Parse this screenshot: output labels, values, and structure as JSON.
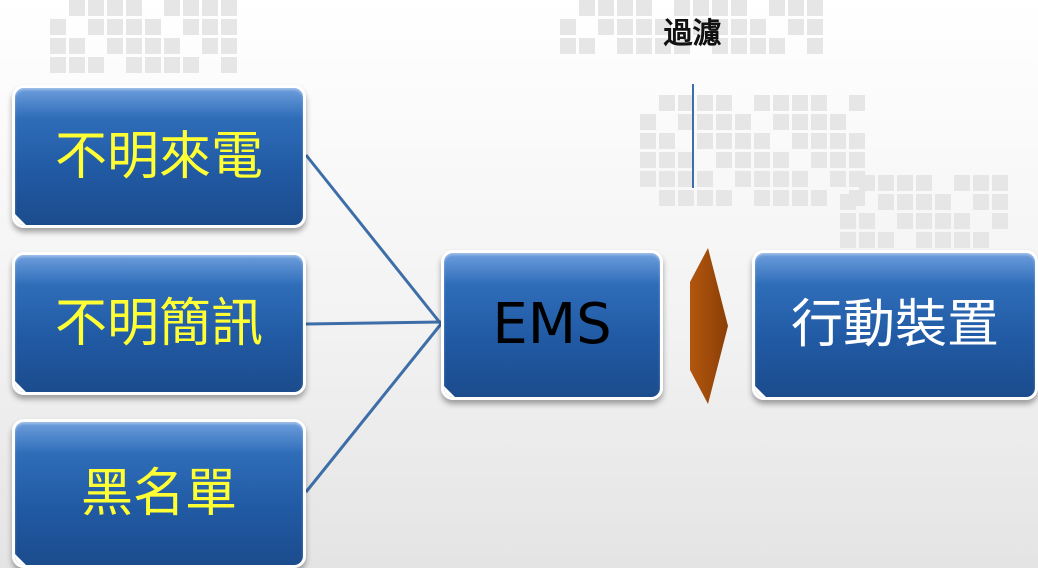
{
  "diagram": {
    "sources": [
      {
        "label": "不明來電"
      },
      {
        "label": "不明簡訊"
      },
      {
        "label": "黑名單"
      }
    ],
    "hub": {
      "label": "EMS"
    },
    "target": {
      "label": "行動裝置"
    },
    "filter_label": "過濾"
  },
  "colors": {
    "box_fill": "#215aa4",
    "box_border": "#ffffff",
    "source_text": "#ffff33",
    "hub_text": "#000000",
    "target_text": "#ffffff",
    "connector": "#3e6ea8",
    "arrow": "#9a4608"
  }
}
